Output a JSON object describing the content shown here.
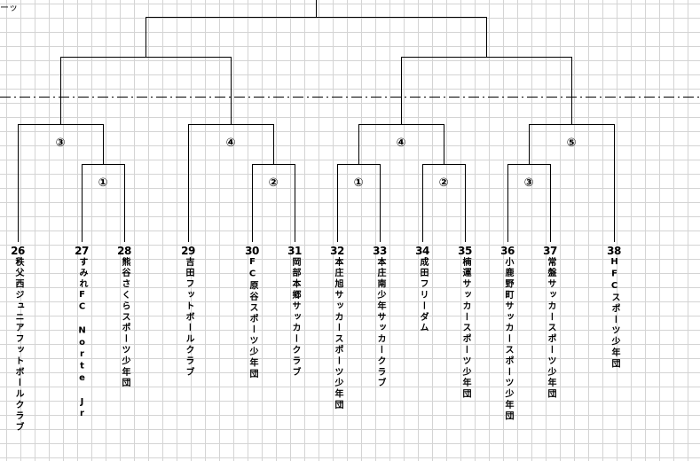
{
  "bracket": {
    "teams": [
      {
        "id": "26",
        "name": "秩父西ジュニアフットボールクラブ"
      },
      {
        "id": "27",
        "name": "すみれFC Norte Jr"
      },
      {
        "id": "28",
        "name": "熊谷さくらスポーツ少年団"
      },
      {
        "id": "29",
        "name": "吉田フットボールクラブ"
      },
      {
        "id": "30",
        "name": "FC原谷スポーツ少年団"
      },
      {
        "id": "31",
        "name": "岡部本郷サッカークラブ"
      },
      {
        "id": "32",
        "name": "本庄旭サッカースポーツ少年団"
      },
      {
        "id": "33",
        "name": "本庄南少年サッカークラブ"
      },
      {
        "id": "34",
        "name": "成田フリーダム"
      },
      {
        "id": "35",
        "name": "楠運サッカースポーツ少年団"
      },
      {
        "id": "36",
        "name": "小鹿野町サッカースポーツ少年団"
      },
      {
        "id": "37",
        "name": "常盤サッカースポーツ少年団"
      },
      {
        "id": "38",
        "name": "HFCスポーツ少年団"
      }
    ],
    "rounds": [
      "③",
      "①",
      "④",
      "②",
      "④",
      "①",
      "②",
      "⑤",
      "③"
    ]
  }
}
